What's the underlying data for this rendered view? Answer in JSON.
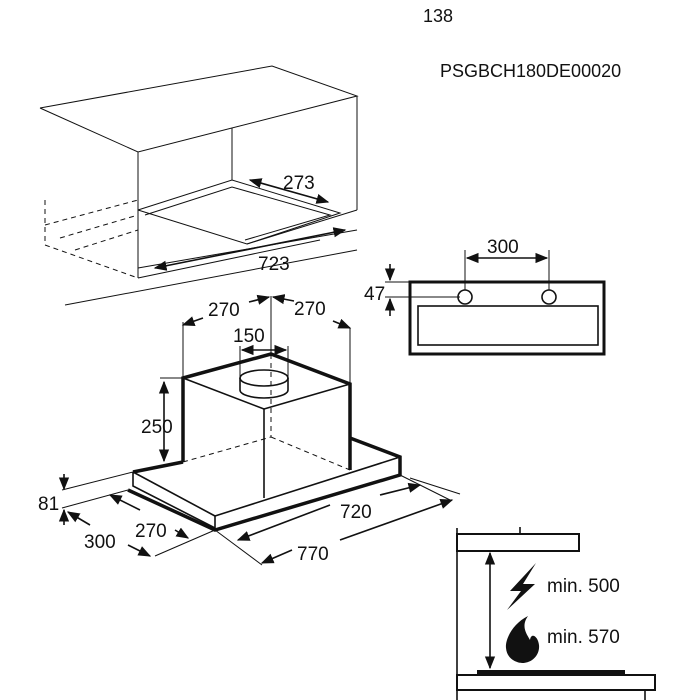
{
  "header": {
    "page_number": "138",
    "document_code": "PSGBCH180DE00020"
  },
  "cabinet_view": {
    "depth_label": "273",
    "width_label": "723"
  },
  "front_view": {
    "hole_spacing_label": "300",
    "hole_offset_label": "47"
  },
  "hood_view": {
    "left_top_label": "270",
    "right_top_label": "270",
    "outlet_diameter_label": "150",
    "box_height_label": "250",
    "plate_height_label": "81",
    "total_depth_label": "300",
    "box_depth_label": "270",
    "inner_width_label": "720",
    "total_width_label": "770"
  },
  "clearance_view": {
    "electric_label": "min. 500",
    "gas_label": "min. 570",
    "electric_icon": "lightning-icon",
    "gas_icon": "flame-icon"
  }
}
